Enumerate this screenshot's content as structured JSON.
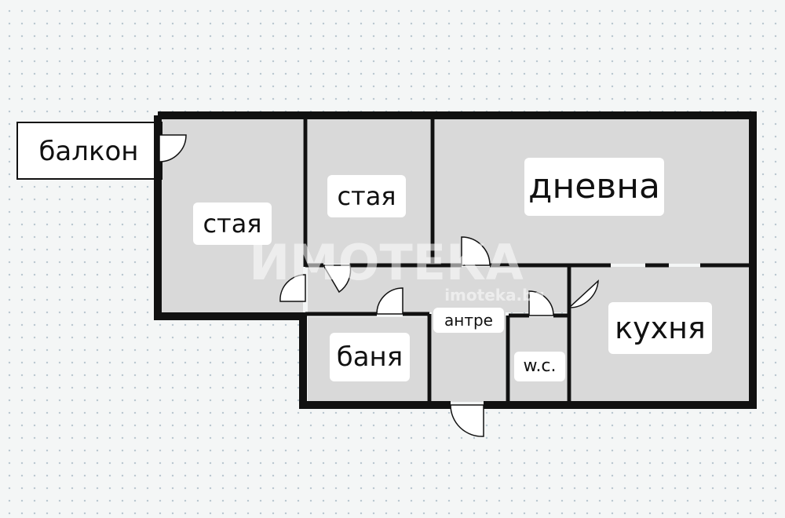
{
  "rooms": {
    "balcony": "балкон",
    "room_left": "стая",
    "room_middle": "стая",
    "living_room": "дневна",
    "bathroom": "баня",
    "hallway": "антре",
    "toilet": "w.c.",
    "kitchen": "кухня"
  },
  "watermark": {
    "brand": "ИМОТЕКА",
    "url": "imoteka.bg"
  },
  "colors": {
    "background": "#f4f6f6",
    "grid_dot": "#b9c6cf",
    "room_fill": "#d9d9d9",
    "wall": "#111111",
    "label_bg": "#ffffff"
  }
}
